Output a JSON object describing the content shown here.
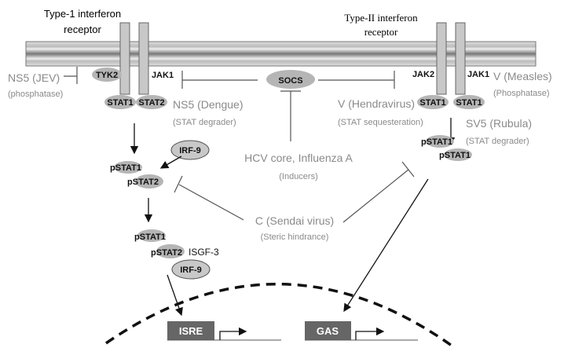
{
  "receptors": {
    "type1": {
      "line1": "Type-1 interferon",
      "line2": "receptor"
    },
    "type2": {
      "line1": "Type-II interferon",
      "line2": "receptor"
    }
  },
  "kinases": {
    "tyk2": "TYK2",
    "jak1_left": "JAK1",
    "jak2": "JAK2",
    "jak1_right": "JAK1"
  },
  "stats": {
    "stat1_left": "STAT1",
    "stat2_left": "STAT2",
    "stat1_right_a": "STAT1",
    "stat1_right_b": "STAT1",
    "pstat1_left": "pSTAT1",
    "pstat2_left": "pSTAT2",
    "pstat1_isgf": "pSTAT1",
    "pstat2_isgf": "pSTAT2",
    "isgf3": "ISGF-3",
    "pstat1_right_a": "pSTAT1",
    "pstat1_right_b": "pSTAT1"
  },
  "irf9": {
    "top": "IRF-9",
    "complex": "IRF-9"
  },
  "socs": "SOCS",
  "viral": {
    "ns5_jev": {
      "name": "NS5 (JEV)",
      "mech": "(phosphatase)"
    },
    "ns5_dengue": {
      "name": "NS5 (Dengue)",
      "mech": "(STAT degrader)"
    },
    "hcv": {
      "name": "HCV core, Influenza A",
      "mech": "(Inducers)"
    },
    "v_hendra": {
      "name": "V (Hendravirus)",
      "mech": "(STAT sequesteration)"
    },
    "v_measles": {
      "name": "V (Measles)",
      "mech": "(Phosphatase)"
    },
    "sv5": {
      "name": "SV5 (Rubula)",
      "mech": "(STAT degrader)"
    },
    "c_sendai": {
      "name": "C (Sendai virus)",
      "mech": "(Steric hindrance)"
    }
  },
  "elements": {
    "isre": "ISRE",
    "gas": "GAS"
  },
  "colors": {
    "text_gray": "#8a8a8a",
    "element_box": "#666666",
    "protein": "#b5b5b5"
  }
}
